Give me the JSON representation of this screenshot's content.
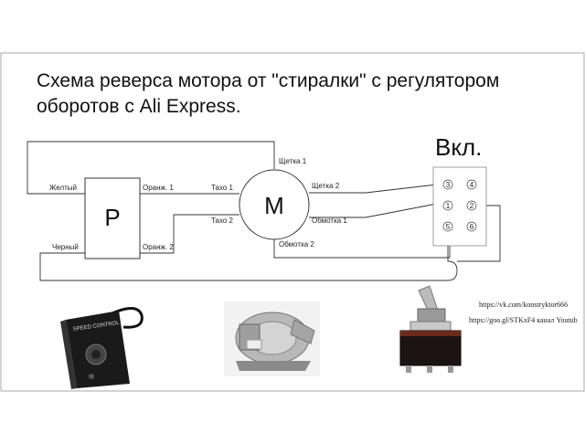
{
  "title": {
    "line1": "Схема реверса мотора от \"стиралки\" с регулятором",
    "line2": "оборотов с Ali Express."
  },
  "switch": {
    "title": "Вкл.",
    "pins": [
      "3",
      "4",
      "1",
      "2",
      "5",
      "6"
    ]
  },
  "regulator": {
    "letter": "Р",
    "labels": {
      "yellow": "Желтый",
      "black": "Черный",
      "orange1": "Оранж. 1",
      "orange2": "Оранж. 2"
    }
  },
  "motor": {
    "letter": "М",
    "labels": {
      "brush1": "Щетка 1",
      "brush2": "Щетка 2",
      "tacho1": "Тахо 1",
      "tacho2": "Тахо 2",
      "winding1": "Обмотка 1",
      "winding2": "Обмотка 2"
    }
  },
  "links": {
    "vk": "https://vk.com/konstryktor666",
    "goo": "https://goo.gl/STKxF4 канал Youtub"
  },
  "photo_labels": {
    "speed_controller": "SPEED CONTROL"
  },
  "colors": {
    "line": "#333333",
    "frame": "#aaaaaa",
    "text": "#111111"
  }
}
